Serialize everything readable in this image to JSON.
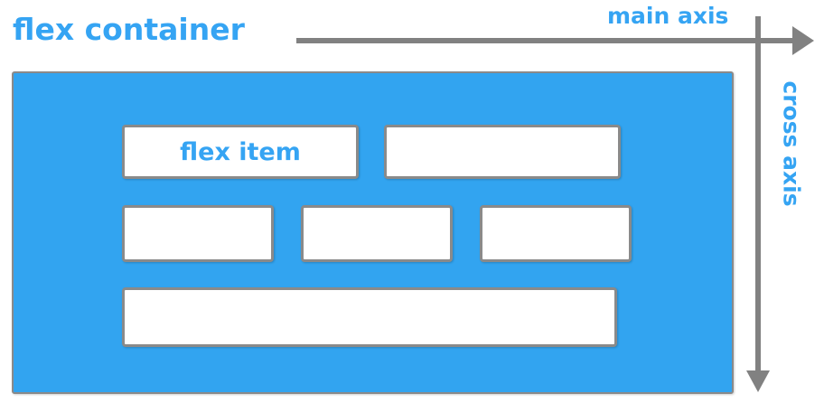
{
  "diagram": {
    "title": "flex container",
    "colors": {
      "container_fill": "#32a4f0",
      "item_fill": "#ffffff",
      "border_gray": "#8a8a8a",
      "axis_gray": "#818181",
      "text_blue": "#35a4f3"
    },
    "axes": {
      "main_axis_label": "main axis",
      "main_axis_direction": "horizontal-right",
      "cross_axis_label": "cross axis",
      "cross_axis_direction": "vertical-down"
    },
    "container_label": "flex container",
    "rows": [
      {
        "row_index": 1,
        "items": [
          {
            "label": "flex item"
          },
          {
            "label": ""
          }
        ]
      },
      {
        "row_index": 2,
        "items": [
          {
            "label": ""
          },
          {
            "label": ""
          },
          {
            "label": ""
          }
        ]
      },
      {
        "row_index": 3,
        "items": [
          {
            "label": ""
          }
        ]
      }
    ]
  }
}
